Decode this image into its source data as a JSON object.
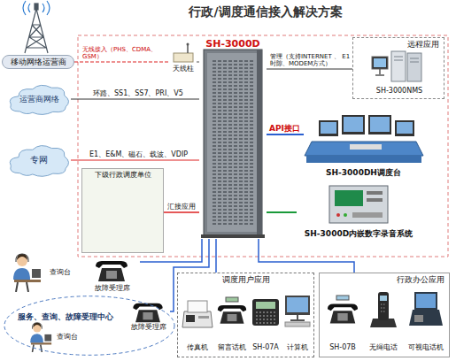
{
  "diagram": {
    "title": "行政/调度通信接入解决方案",
    "nodes": [
      {
        "text": [
          "移动网络运营商"
        ]
      },
      {
        "text": [
          "天线柱"
        ]
      },
      {
        "text": [
          "SH-3000D"
        ]
      },
      {
        "text": [
          "远程应用"
        ]
      },
      {
        "text": [
          "SH-3000NMS"
        ],
        "in": 3
      },
      {
        "text": [
          "运营商网络"
        ]
      },
      {
        "text": [
          "专网"
        ]
      },
      {
        "text": [
          "SH-3000DH调度台"
        ]
      },
      {
        "text": [
          "下级行政调度单位"
        ]
      },
      {
        "text": [
          "SH-3000D内嵌数字录音系统"
        ]
      },
      {
        "text": [
          "查询台"
        ]
      },
      {
        "text": [
          "故障受理席"
        ]
      },
      {
        "text": [
          "服务、查询、故障受理中心"
        ]
      },
      {
        "text": [
          "查询台"
        ],
        "in": 12
      },
      {
        "text": [
          "故障受理席"
        ],
        "in": 12
      },
      {
        "text": [
          "调度用户应用"
        ]
      },
      {
        "text": [
          "传真机"
        ],
        "in": 15
      },
      {
        "text": [
          "留言话机"
        ],
        "in": 15
      },
      {
        "text": [
          "SH-07A"
        ],
        "in": 15
      },
      {
        "text": [
          "计算机"
        ],
        "in": 15
      },
      {
        "text": [
          "行政办公应用"
        ]
      },
      {
        "text": [
          "SH-07B"
        ],
        "in": 20
      },
      {
        "text": [
          "无绳电话"
        ],
        "in": 20
      },
      {
        "text": [
          "可视电话机"
        ],
        "in": 20
      }
    ],
    "edges": [
      {
        "from": 0,
        "to": 1,
        "arrow": "none",
        "label": "无线接入（PHS、CDMA、GSM）"
      },
      {
        "from": 1,
        "to": 2,
        "arrow": "none"
      },
      {
        "from": 5,
        "to": 2,
        "arrow": "none",
        "label": "环路、SS1、SS7、PRI、V5"
      },
      {
        "from": 2,
        "to": 3,
        "arrow": "none",
        "label": "管理（支持INTERNET 、 E1时隙、MODEM方式）"
      },
      {
        "from": 6,
        "to": 2,
        "arrow": "none",
        "label": "E1、E&M、磁石、载波、VDIP"
      },
      {
        "from": 2,
        "to": 7,
        "arrow": "none",
        "label": "API接口"
      },
      {
        "from": 8,
        "to": 2,
        "arrow": "none",
        "label": "汇接应用"
      },
      {
        "from": 2,
        "to": 9,
        "arrow": "none"
      },
      {
        "from": 2,
        "to": 11,
        "arrow": "none"
      },
      {
        "from": 2,
        "to": 14,
        "arrow": "none"
      },
      {
        "from": 2,
        "to": 15,
        "arrow": "none"
      },
      {
        "from": 2,
        "to": 20,
        "arrow": "none"
      }
    ]
  }
}
